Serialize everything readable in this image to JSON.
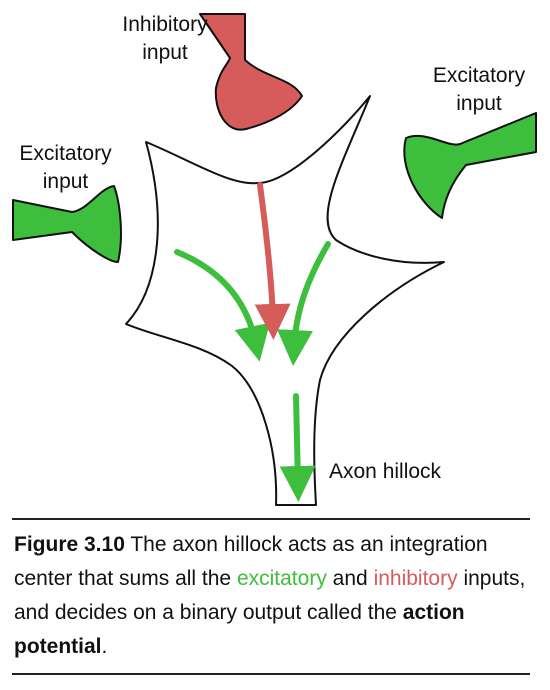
{
  "labels": {
    "inhibitory_line1": "Inhibitory",
    "inhibitory_line2": "input",
    "excitatory_right_line1": "Excitatory",
    "excitatory_right_line2": "input",
    "excitatory_left_line1": "Excitatory",
    "excitatory_left_line2": "input",
    "axon_hillock": "Axon hillock"
  },
  "caption": {
    "figure_number": "Figure 3.10",
    "text_1": "The axon hillock acts as an integration center that sums all the",
    "excitatory_word": "excitatory",
    "text_2": "and",
    "inhibitory_word": "inhibitory",
    "text_3": "inputs, and decides on a binary output called the",
    "bold_term": "action potential",
    "text_end": "."
  },
  "colors": {
    "excitatory": "#3dbf3d",
    "inhibitory": "#d65c5c",
    "outline": "#111111"
  },
  "icons": {
    "excitatory_terminal": "green-synaptic-terminal",
    "inhibitory_terminal": "red-synaptic-terminal"
  }
}
